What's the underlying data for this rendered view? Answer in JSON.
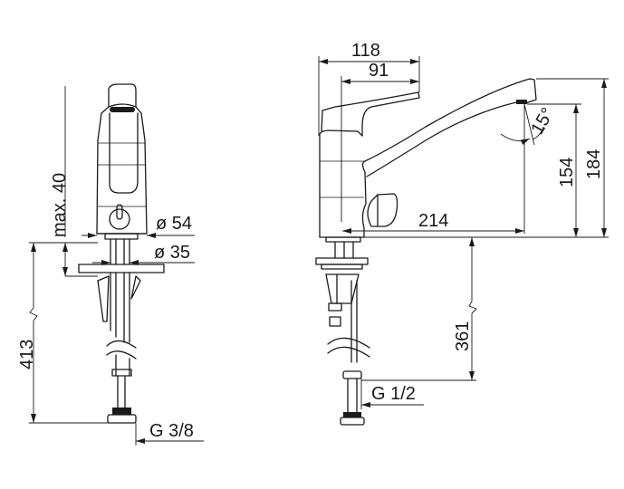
{
  "front_view": {
    "dim_max_height": "max. 40",
    "dim_body_diameter": "ø 54",
    "dim_base_diameter": "ø 35",
    "dim_hose_length": "413",
    "dim_connection": "G 3/8"
  },
  "side_view": {
    "dim_width_total": "118",
    "dim_width_lever": "91",
    "dim_spout_angle": "15°",
    "dim_outlet_height": "154",
    "dim_total_height": "184",
    "dim_reach": "214",
    "dim_hose_length": "361",
    "dim_connection": "G 1/2"
  }
}
